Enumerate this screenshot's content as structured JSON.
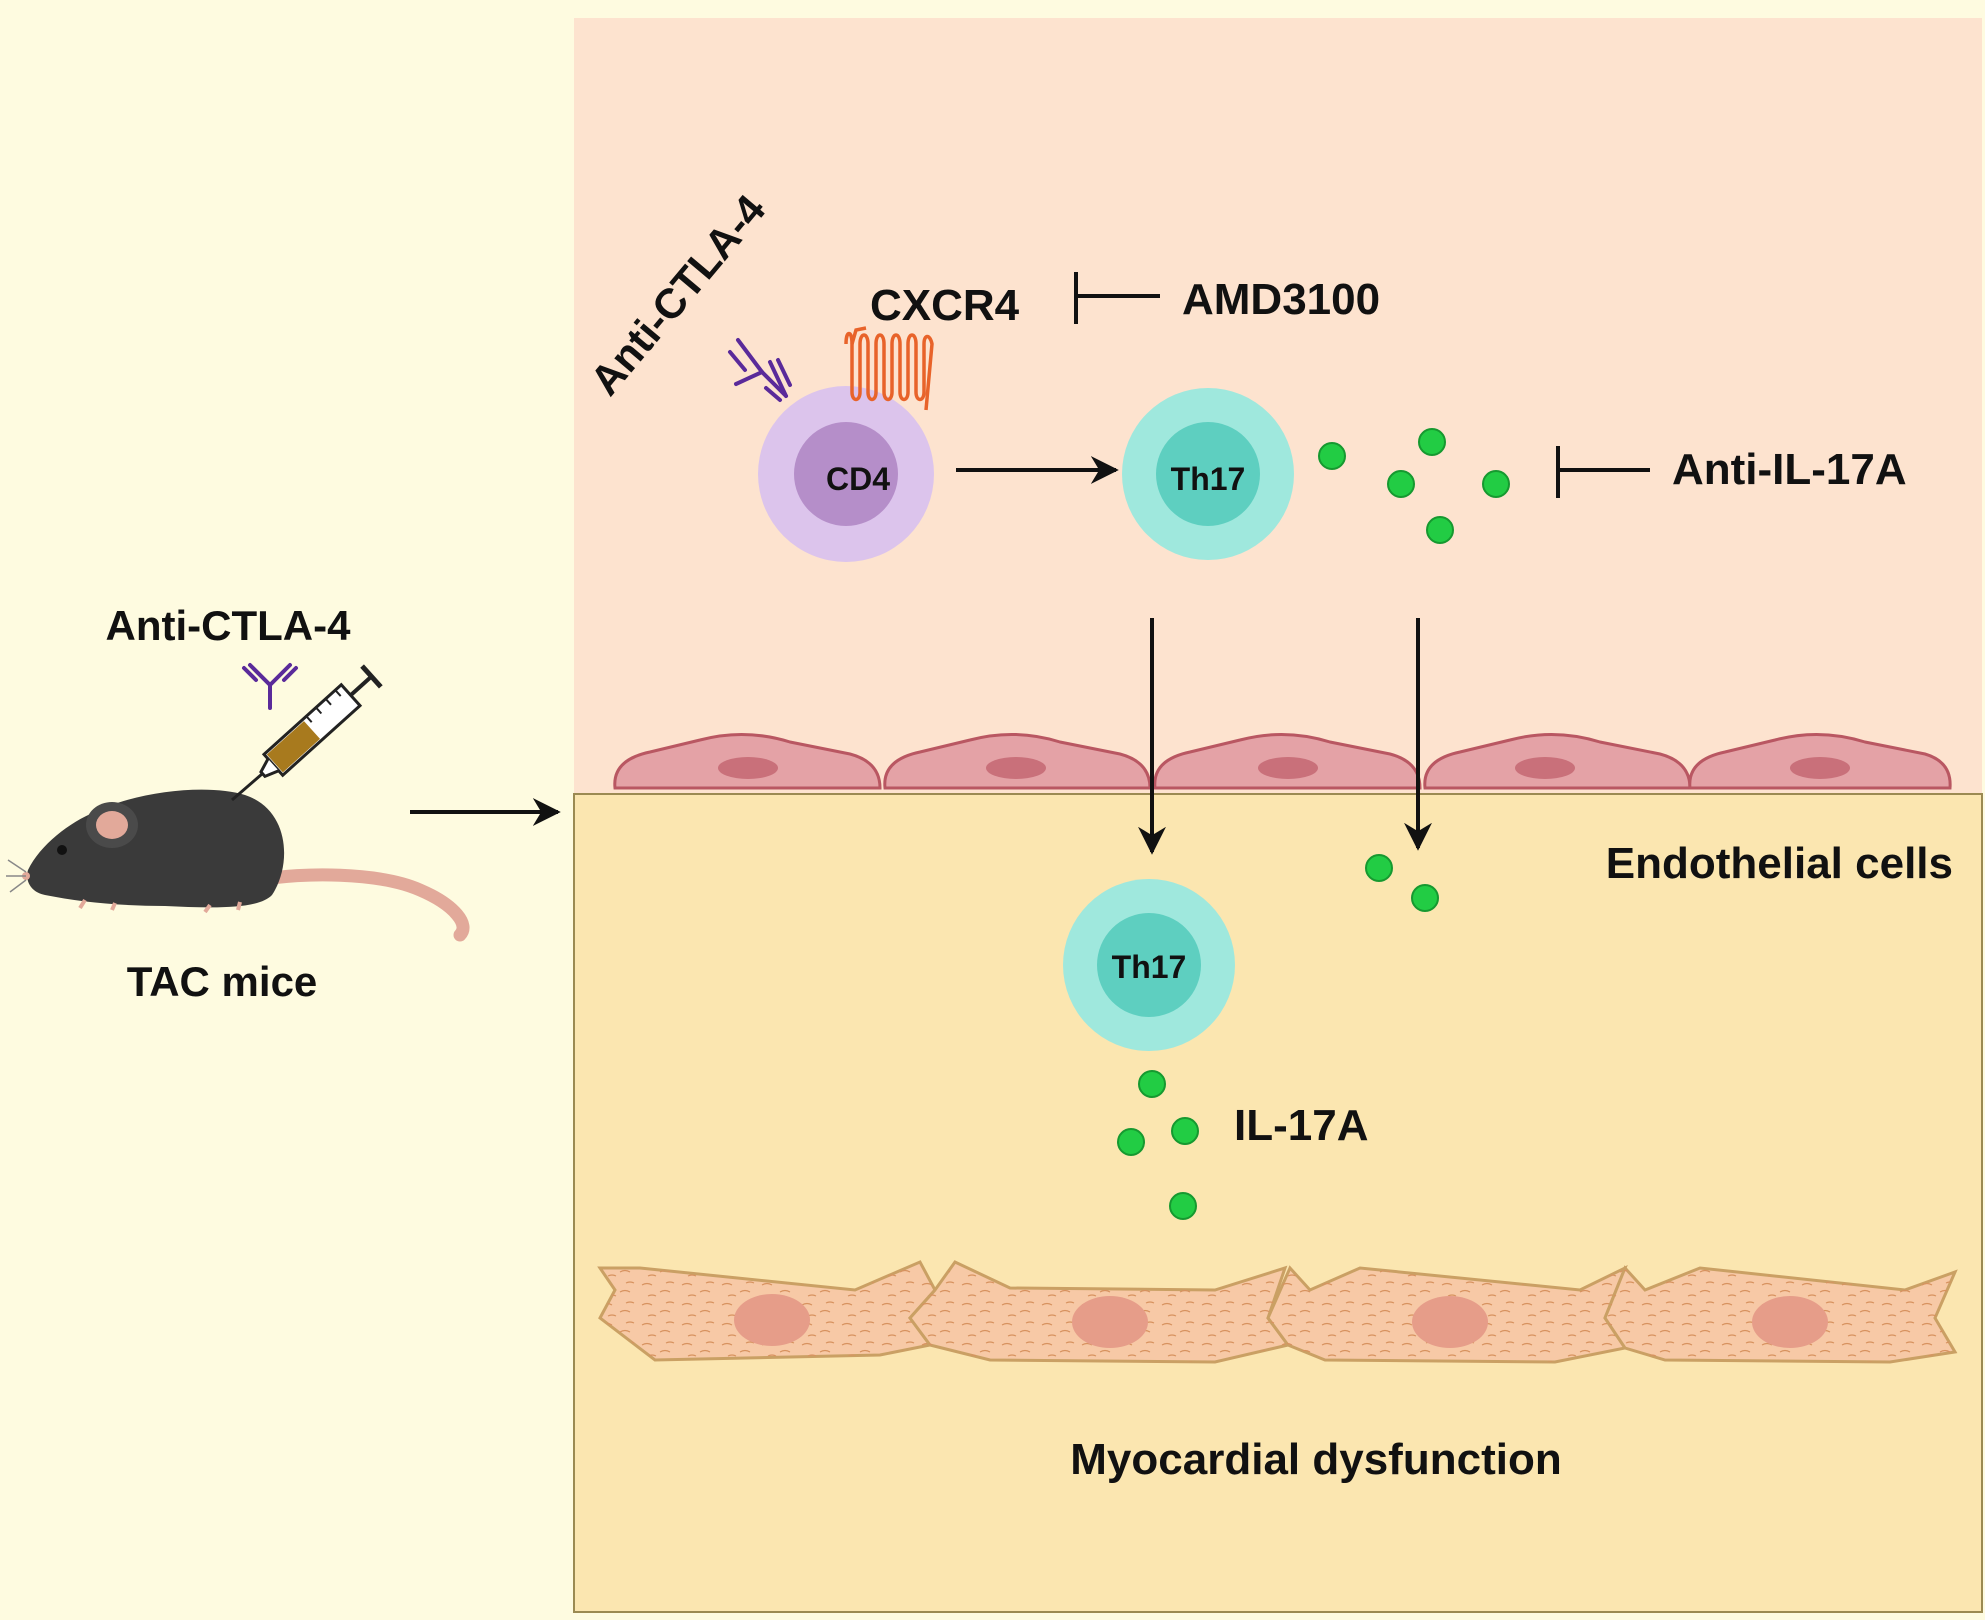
{
  "labels": {
    "anti_ctla4_syringe": "Anti-CTLA-4",
    "tac_mice": "TAC mice",
    "anti_ctla4_cell": "Anti-CTLA-4",
    "cxcr4": "CXCR4",
    "amd3100": "AMD3100",
    "cd4": "CD4",
    "th17_top": "Th17",
    "anti_il17a": "Anti-IL-17A",
    "endothelial_cells": "Endothelial cells",
    "th17_bottom": "Th17",
    "il17a": "IL-17A",
    "myocardial_dysfunction": "Myocardial dysfunction"
  },
  "colors": {
    "page_background": "#fefbe0",
    "vessel_lumen": "#fde3cf",
    "myocardium": "#fbe6b0",
    "endothelial_cell": "#e4a2a6",
    "endothelial_nucleus": "#c9707a",
    "cardiomyocyte": "#f7c9a6",
    "cardiomyocyte_nucleus": "#e69d89",
    "cd4_cell_outer": "#dcc4ec",
    "cd4_cell_inner": "#b58ec9",
    "th17_cell_outer": "#9fe8dd",
    "th17_cell_inner": "#5ecfc0",
    "il17a_particle": "#22cc44",
    "antibody": "#5a2a9a",
    "cxcr4_receptor": "#e8632a",
    "syringe_fluid": "#a87a1e",
    "mouse_body": "#3a3a3a",
    "mouse_tail": "#e2a99a"
  },
  "icons": [
    "mouse-icon",
    "syringe-icon",
    "antibody-icon",
    "cxcr4-receptor-icon",
    "cd4-cell-icon",
    "th17-cell-icon",
    "il17a-particle-icon",
    "endothelial-cell-icon",
    "cardiomyocyte-icon"
  ]
}
